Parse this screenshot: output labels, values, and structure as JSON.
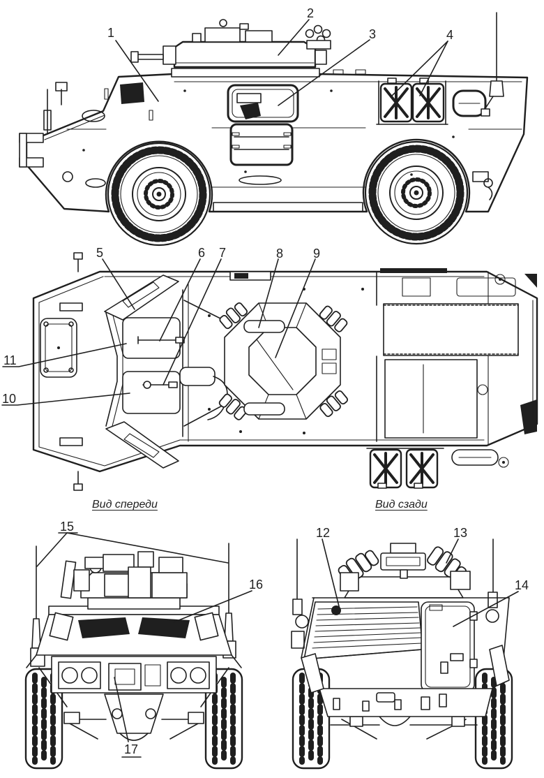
{
  "palette": {
    "ink": "#1f1f1f",
    "paper": "#ffffff"
  },
  "view_labels": {
    "front": "Вид спереди",
    "rear": "Вид сзади"
  },
  "callouts": [
    "1",
    "2",
    "3",
    "4",
    "5",
    "6",
    "7",
    "8",
    "9",
    "10",
    "11",
    "12",
    "13",
    "14",
    "15",
    "16",
    "17"
  ]
}
